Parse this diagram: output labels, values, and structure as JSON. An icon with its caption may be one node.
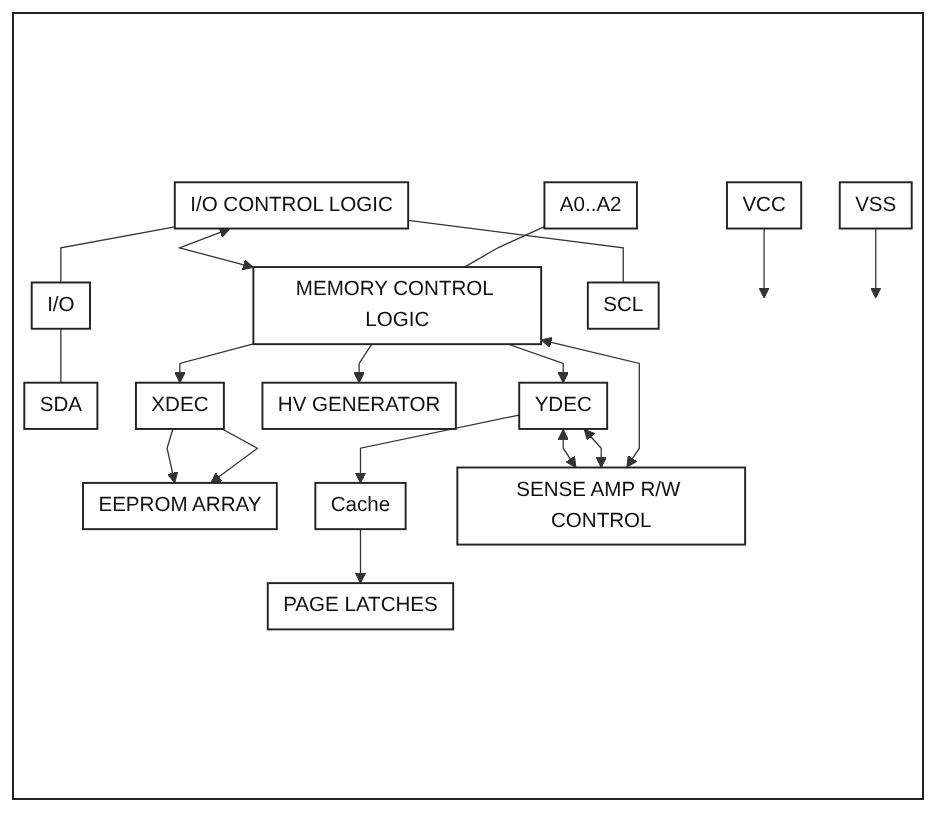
{
  "diagram": {
    "nodes": [
      {
        "text": [
          "I/O CONTROL LOGIC"
        ]
      },
      {
        "text": [
          "MEMORY CONTROL LOGIC"
        ]
      },
      {
        "text": [
          "A0..A2"
        ]
      },
      {
        "text": [
          "I/O"
        ]
      },
      {
        "text": [
          "SCL"
        ]
      },
      {
        "text": [
          "SDA"
        ]
      },
      {
        "text": [
          "XDEC"
        ]
      },
      {
        "text": [
          "HV GENERATOR"
        ]
      },
      {
        "text": [
          "EEPROM ARRAY"
        ]
      },
      {
        "text": [
          "PAGE LATCHES"
        ]
      },
      {
        "text": [
          "Cache"
        ]
      },
      {
        "text": [
          "YDEC"
        ]
      },
      {
        "text": [
          "SENSE AMP R/W CONTROL"
        ]
      },
      {
        "text": [
          "VCC"
        ]
      },
      {
        "text": [
          "VSS"
        ]
      }
    ],
    "edges": [
      {
        "from": 0,
        "to": 1,
        "arrow": "both"
      },
      {
        "from": 2,
        "to": 1,
        "arrow": "none"
      },
      {
        "from": 0,
        "to": 3,
        "arrow": "none"
      },
      {
        "from": 0,
        "to": 4,
        "arrow": "none"
      },
      {
        "from": 3,
        "to": 5,
        "arrow": "none"
      },
      {
        "from": 1,
        "to": 7,
        "arrow": "to"
      },
      {
        "from": 1,
        "to": 6,
        "arrow": "to"
      },
      {
        "from": 6,
        "to": 8,
        "arrow": "to"
      },
      {
        "from": 6,
        "to": 8,
        "arrow": "to"
      },
      {
        "from": 1,
        "to": 11,
        "arrow": "to"
      },
      {
        "from": 12,
        "to": 1,
        "arrow": "both"
      },
      {
        "from": 11,
        "to": 10,
        "arrow": "to"
      },
      {
        "from": 10,
        "to": 9,
        "arrow": "to"
      },
      {
        "from": 11,
        "to": 12,
        "arrow": "both"
      },
      {
        "from": 11,
        "to": 12,
        "arrow": "both"
      },
      {
        "from": 13,
        "to": null,
        "arrow": "to"
      },
      {
        "from": 14,
        "to": null,
        "arrow": "to"
      }
    ]
  }
}
